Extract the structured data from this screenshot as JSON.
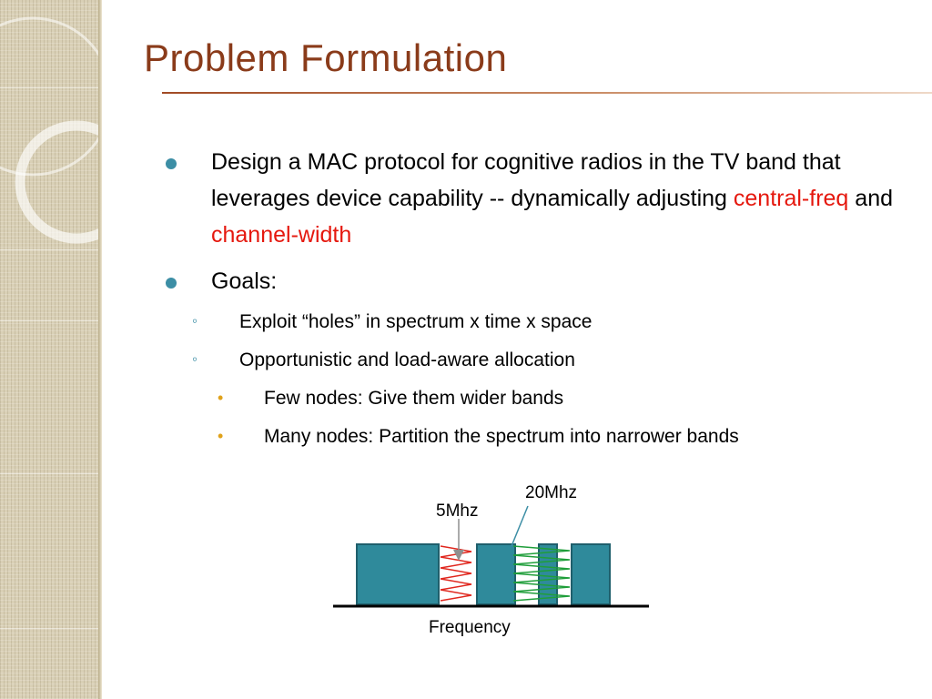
{
  "slide": {
    "title": "Problem Formulation",
    "bullets": {
      "design_pre": "Design a MAC protocol for cognitive radios in the TV band that leverages device capability -- dynamically adjusting ",
      "design_hl1": "central-freq",
      "design_mid": " and ",
      "design_hl2": "channel-width",
      "goals": "Goals:",
      "goal1": "Exploit “holes” in spectrum x time x space",
      "goal2": "Opportunistic and load-aware allocation",
      "goal2_sub1": "Few nodes: Give them wider bands",
      "goal2_sub2": "Many nodes: Partition the spectrum into narrower bands"
    },
    "markers": {
      "level2": "◦",
      "level3": "•"
    },
    "diagram": {
      "label_narrow": "5Mhz",
      "label_wide": "20Mhz",
      "axis_label": "Frequency"
    },
    "colors": {
      "title": "#8a3b1a",
      "bullet": "#3c8ea5",
      "highlight": "#e5180e",
      "block": "#2f8a9b",
      "narrow_signal": "#e0271e",
      "wide_signal": "#1f9e3a"
    }
  }
}
